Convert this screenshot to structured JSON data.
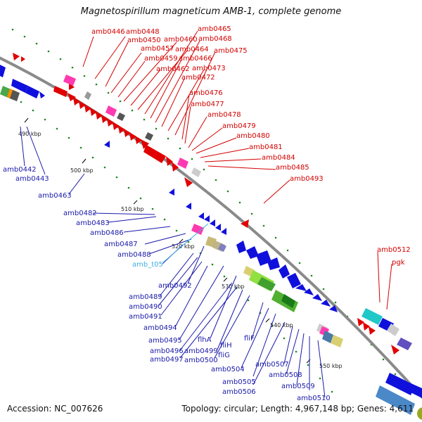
{
  "title": "Magnetospirillum magneticum AMB-1, complete genome",
  "footer": {
    "accession": "Accession: NC_007626",
    "topology": "Topology: circular; Length: 4,967,148 bp; Genes: 4,611"
  },
  "colors": {
    "forward_strand": "#e00000",
    "reverse_strand": "#1010dd",
    "label_red": "#d40000",
    "label_blue": "#1a1aaa",
    "label_cyan": "#3fb1e0",
    "backbone": "#888888",
    "gc_dots": "#1a8a1a"
  },
  "ticks": [
    "490 kbp",
    "500 kbp",
    "510 kbp",
    "520 kbp",
    "530 kbp",
    "540 kbp",
    "550 kbp"
  ],
  "labels_red": [
    "amb0446",
    "amb0448",
    "amb0450",
    "amb0457",
    "amb0459",
    "amb0460",
    "amb0462",
    "amb0464",
    "amb0465",
    "amb0466",
    "amb0468",
    "amb0472",
    "amb0473",
    "amb0475",
    "amb0476",
    "amb0477",
    "amb0478",
    "amb0479",
    "amb0480",
    "amb0481",
    "amb0484",
    "amb0485",
    "amb0493",
    "amb0512",
    "pgk"
  ],
  "labels_blue": [
    "amb0442",
    "amb0443",
    "amb0463",
    "amb0482",
    "amb0483",
    "amb0486",
    "amb0487",
    "amb0488",
    "amb0489",
    "amb0490",
    "amb0491",
    "amb0492",
    "amb0494",
    "amb0495",
    "amb0496",
    "amb0497",
    "amb0499",
    "amb0500",
    "amb0504",
    "amb0505",
    "amb0506",
    "amb0507",
    "amb0508",
    "amb0509",
    "amb0510",
    "flhA",
    "fliH",
    "fliG",
    "fliF"
  ],
  "labels_cyan": [
    "amb_t05"
  ]
}
